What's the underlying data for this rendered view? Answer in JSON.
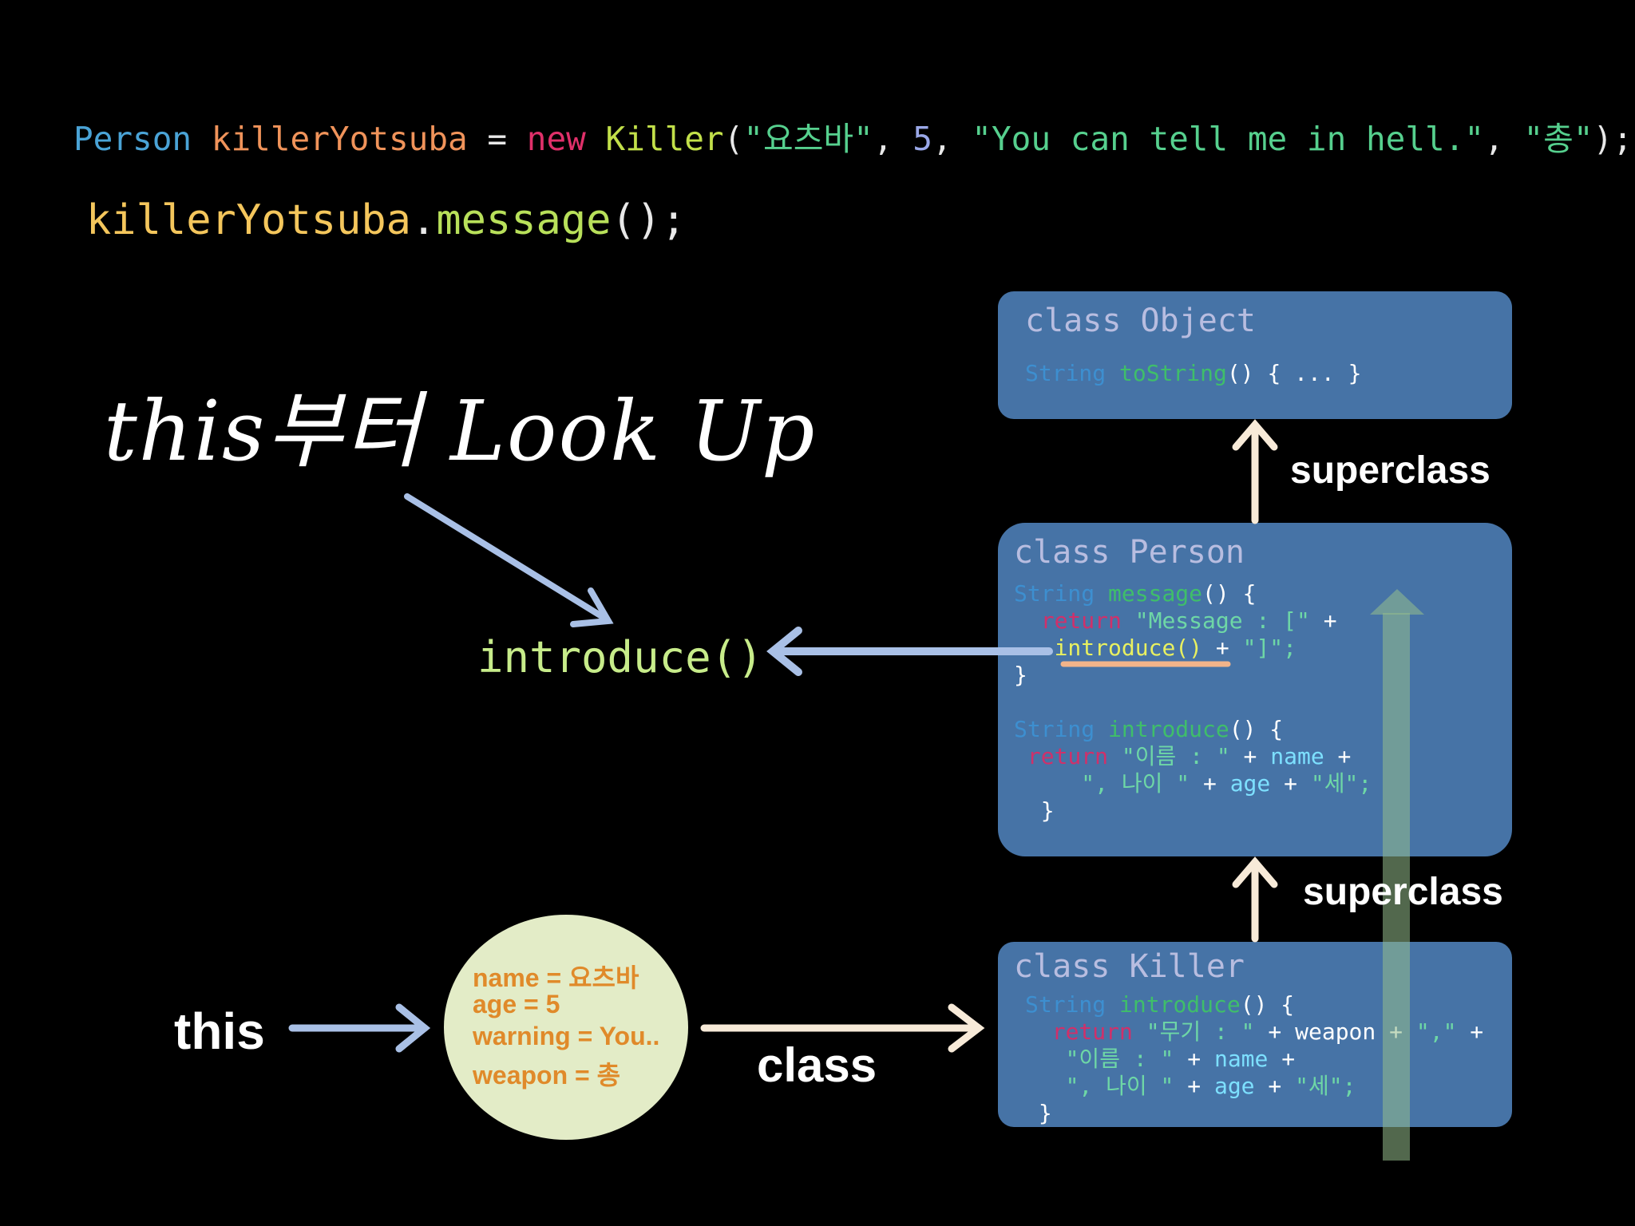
{
  "code": {
    "line1": {
      "type": "Person",
      "var": "killerYotsuba",
      "eq": " = ",
      "kw_new": "new",
      "cls": "Killer",
      "open": "(",
      "arg1": "\"요츠바\"",
      "comma1": ", ",
      "arg2": "5",
      "comma2": ", ",
      "arg3": "\"You can tell me in hell.\"",
      "comma3": ", ",
      "arg4": "\"총\"",
      "close": ");"
    },
    "line2": {
      "var": "killerYotsuba",
      "dot": ".",
      "method": "message",
      "end": "();"
    }
  },
  "handwriting": "this부터 Look Up",
  "introduce_call": "introduce()",
  "labels": {
    "superclass_top": "superclass",
    "superclass_bottom": "superclass",
    "class": "class",
    "this": "this"
  },
  "instance": {
    "fields": [
      {
        "key": "name",
        "eq": " = ",
        "value": "요츠바"
      },
      {
        "key": "age",
        "eq": " = ",
        "value": "5"
      },
      {
        "key": "warning",
        "eq": " = ",
        "value": "You.."
      },
      {
        "key": "weapon",
        "eq": " = ",
        "value": "총"
      }
    ]
  },
  "object_box": {
    "title": "class Object",
    "l1_type": "String",
    "l1_fn": "toString",
    "l1_rest": "() { ... }"
  },
  "person_box": {
    "title": "class Person",
    "m1_type": "String",
    "m1_fn": "message",
    "m1_open": "() {",
    "m1_return": "return",
    "m1_str": "\"Message : [\"",
    "m1_plus": " +",
    "m1_call": "introduce()",
    "m1_plus2": " + ",
    "m1_str2": "\"]\";",
    "m1_close": "}",
    "m2_type": "String",
    "m2_fn": "introduce",
    "m2_open": "() {",
    "m2_return": "return",
    "m2_str": "\"이름 : \"",
    "m2_plus": " + ",
    "m2_name": "name",
    "m2_plus2": " +",
    "m2_str2": "\", 나이 \"",
    "m2_plus3": " + ",
    "m2_age": "age",
    "m2_plus4": " + ",
    "m2_str3": "\"세\";",
    "m2_close": "}"
  },
  "killer_box": {
    "title": "class Killer",
    "type": "String",
    "fn": "introduce",
    "open": "() {",
    "return": "return",
    "str1": "\"무기 : \"",
    "plus1": " + ",
    "weapon": "weapon",
    "plus2": " + ",
    "str2": "\",\"",
    "plus3": " +",
    "str3": "\"이름 : \"",
    "plus4": " + ",
    "name": "name",
    "plus5": " +",
    "str4": "\", 나이 \"",
    "plus6": " + ",
    "age": "age",
    "plus7": " + ",
    "str5": "\"세\";",
    "close": "}"
  },
  "colors": {
    "box_bg": "#4673a6",
    "arrow_blue": "#a9c0e6",
    "arrow_cream": "#f7ead8",
    "underline": "#f2b48a"
  }
}
